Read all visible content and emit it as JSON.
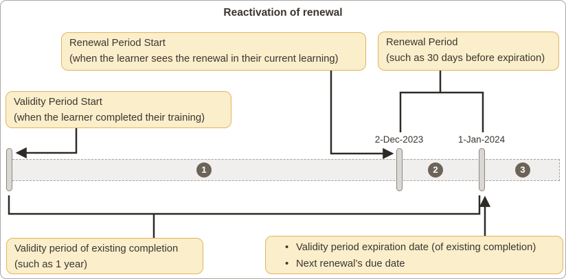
{
  "title": "Reactivation of renewal",
  "callouts": {
    "renewal_period_start": {
      "line1": "Renewal Period Start",
      "line2": "(when the learner sees the renewal in their current learning)"
    },
    "renewal_period": {
      "line1": "Renewal Period",
      "line2": "(such as 30 days before expiration)"
    },
    "validity_period_start": {
      "line1": "Validity Period Start",
      "line2": "(when the learner completed their training)"
    },
    "validity_existing": {
      "line1": "Validity period of existing completion",
      "line2": "(such as 1 year)"
    },
    "expiration": {
      "bullets": [
        "Validity period expiration date (of existing completion)",
        "Next renewal’s due date"
      ]
    }
  },
  "timeline": {
    "dates": [
      {
        "label": "2-Dec-2023"
      },
      {
        "label": "1-Jan-2024"
      }
    ],
    "phases": [
      {
        "number": "1"
      },
      {
        "number": "2"
      },
      {
        "number": "3"
      }
    ]
  },
  "colors": {
    "callout_fill": "#faeecb",
    "callout_border": "#dfb45d",
    "band_fill": "#f1efee",
    "band_dash": "#a6a19b",
    "marker_fill": "#dbd7d3",
    "marker_border": "#8a8680",
    "badge": "#6c6459",
    "connector": "#2e2a25",
    "text": "#3a342f",
    "frame_border": "#aba7a2"
  }
}
